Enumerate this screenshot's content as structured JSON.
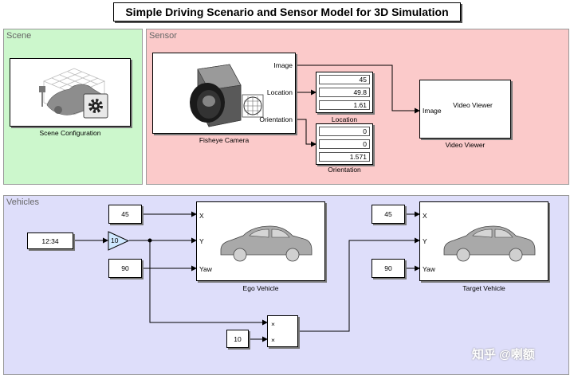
{
  "title": "Simple Driving Scenario and Sensor Model for 3D Simulation",
  "areas": {
    "scene": "Scene",
    "sensor": "Sensor",
    "vehicles": "Vehicles"
  },
  "scene_config": {
    "caption": "Scene Configuration"
  },
  "camera": {
    "caption": "Fisheye Camera",
    "ports": {
      "image": "Image",
      "location": "Location",
      "orientation": "Orientation"
    }
  },
  "location_display": {
    "caption": "Location",
    "values": [
      "45",
      "49.8",
      "1.61"
    ]
  },
  "orientation_display": {
    "caption": "Orientation",
    "values": [
      "0",
      "0",
      "1.571"
    ]
  },
  "video_viewer": {
    "inner_text": "Video Viewer",
    "port": "Image",
    "caption": "Video Viewer"
  },
  "ego": {
    "caption": "Ego Vehicle",
    "ports": {
      "x": "X",
      "y": "Y",
      "yaw": "Yaw"
    },
    "x_const": "45",
    "yaw_const": "90"
  },
  "clock": "12:34",
  "gain": "10",
  "product": {
    "const": "10",
    "port1": "×",
    "port2": "×"
  },
  "target": {
    "caption": "Target Vehicle",
    "ports": {
      "x": "X",
      "y": "Y",
      "yaw": "Yaw"
    },
    "x_const": "45",
    "yaw_const": "90"
  },
  "watermark": "知乎 @喇额",
  "colors": {
    "scene_bg": "#ccf7cc",
    "sensor_bg": "#fbcaca",
    "vehicles_bg": "#dedefa",
    "gain_fill": "#cfe8ff"
  }
}
